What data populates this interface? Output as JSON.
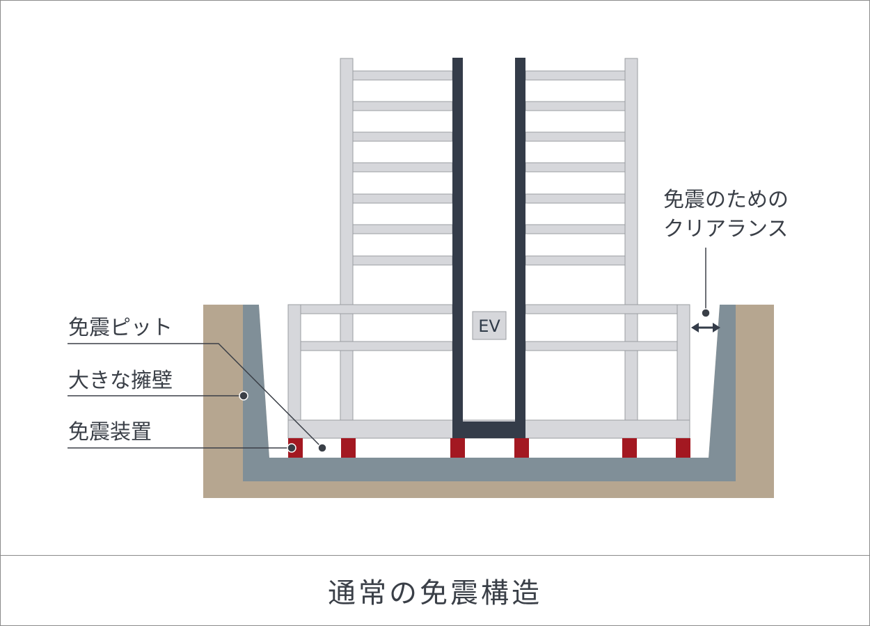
{
  "labels": {
    "pit": "免震ピット",
    "retaining_wall": "大きな擁壁",
    "isolator": "免震装置",
    "clearance_line1": "免震のための",
    "clearance_line2": "クリアランス",
    "elevator": "EV"
  },
  "caption": "通常の免震構造",
  "colors": {
    "earth": "#b6a690",
    "concrete": "#808f98",
    "frame": "#d6d7db",
    "frame_stroke": "#9a9ca2",
    "core": "#343c49",
    "isolator": "#a31821",
    "text": "#3a3f47"
  }
}
